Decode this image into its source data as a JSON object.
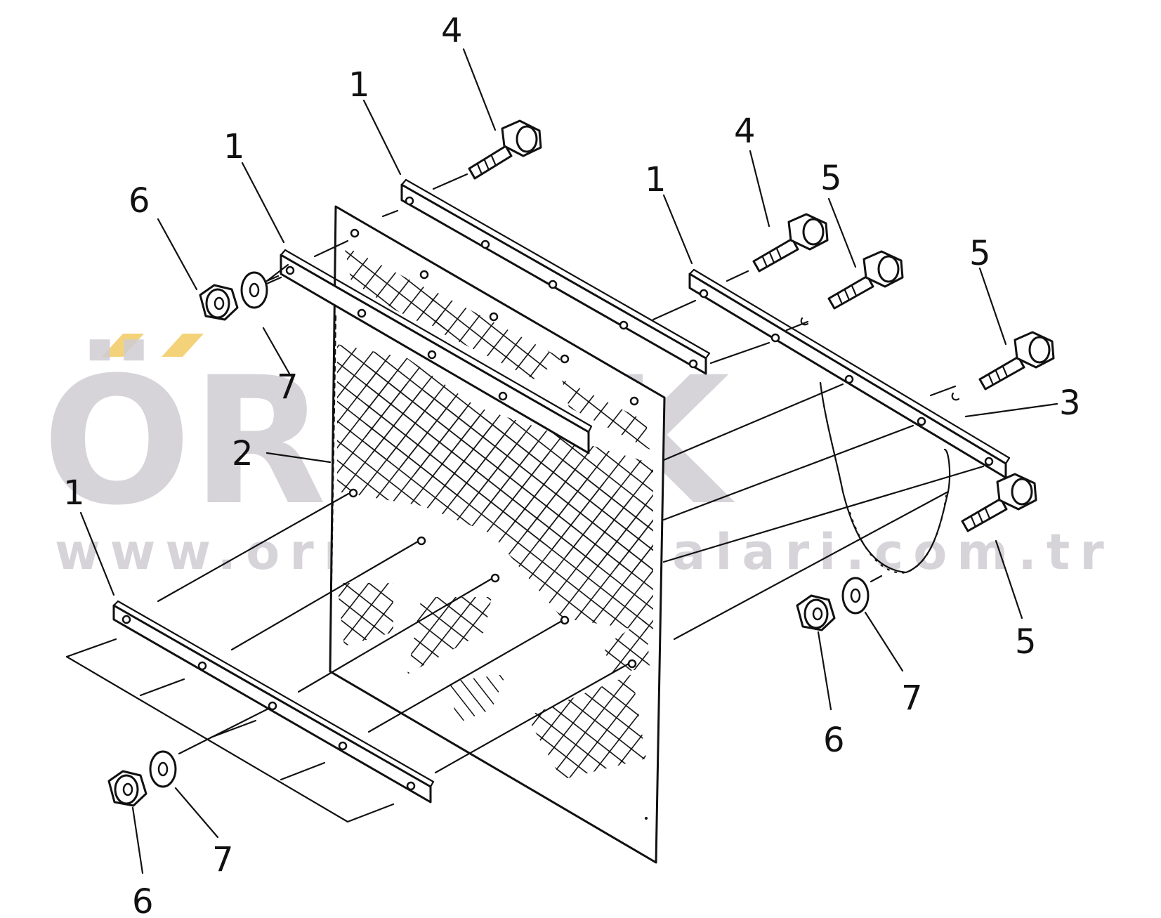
{
  "watermark": {
    "brand": "ÖRNEK",
    "url": "www.ornekmakinalari.com.tr",
    "accent_color": "#f3d27a",
    "text_color": "#cfcdd3"
  },
  "callouts": [
    {
      "id": "c1a",
      "text": "1"
    },
    {
      "id": "c1b",
      "text": "1"
    },
    {
      "id": "c1c",
      "text": "1"
    },
    {
      "id": "c1d",
      "text": "1"
    },
    {
      "id": "c2",
      "text": "2"
    },
    {
      "id": "c3",
      "text": "3"
    },
    {
      "id": "c4a",
      "text": "4"
    },
    {
      "id": "c4b",
      "text": "4"
    },
    {
      "id": "c5a",
      "text": "5"
    },
    {
      "id": "c5b",
      "text": "5"
    },
    {
      "id": "c5c",
      "text": "5"
    },
    {
      "id": "c6a",
      "text": "6"
    },
    {
      "id": "c6b",
      "text": "6"
    },
    {
      "id": "c6c",
      "text": "6"
    },
    {
      "id": "c7a",
      "text": "7"
    },
    {
      "id": "c7b",
      "text": "7"
    },
    {
      "id": "c7c",
      "text": "7"
    }
  ]
}
